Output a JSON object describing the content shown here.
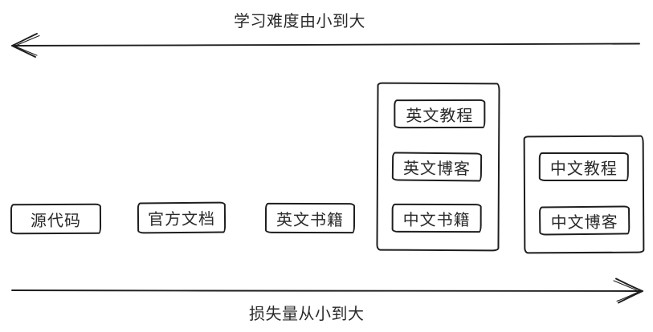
{
  "colors": {
    "stroke": "#1e1e1e",
    "background": "#ffffff"
  },
  "axes": {
    "top": {
      "label": "学习难度由小到大",
      "direction": "left"
    },
    "bottom": {
      "label": "损失量从小到大",
      "direction": "right"
    }
  },
  "boxes": [
    {
      "label": "源代码"
    },
    {
      "label": "官方文档"
    },
    {
      "label": "英文书籍"
    }
  ],
  "groups": [
    {
      "items": [
        {
          "label": "英文教程"
        },
        {
          "label": "英文博客"
        },
        {
          "label": "中文书籍"
        }
      ]
    },
    {
      "items": [
        {
          "label": "中文教程"
        },
        {
          "label": "中文博客"
        }
      ]
    }
  ]
}
